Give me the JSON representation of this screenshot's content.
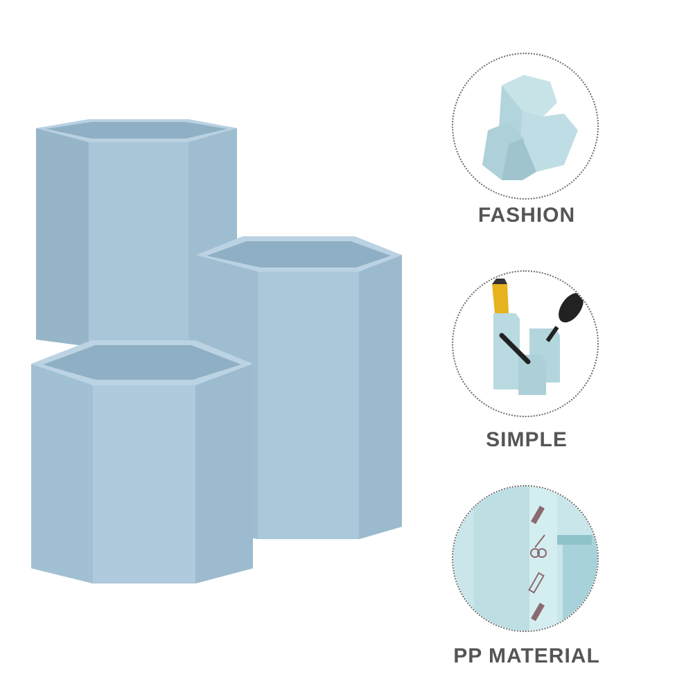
{
  "product": {
    "name": "hexagonal pen holder",
    "color": "#a9c6d9"
  },
  "features": [
    {
      "label": "FASHION",
      "icon": "honeycomb-product-icon"
    },
    {
      "label": "SIMPLE",
      "icon": "holder-with-tools-icon"
    },
    {
      "label": "PP MATERIAL",
      "icon": "material-closeup-icon"
    }
  ],
  "colors": {
    "body": "#a9c6d9",
    "body_dark": "#98b6ca",
    "body_light": "#bad2e2",
    "inner": "#8fb0c4",
    "label": "#555555",
    "circle_border": "#6a6a6a"
  }
}
